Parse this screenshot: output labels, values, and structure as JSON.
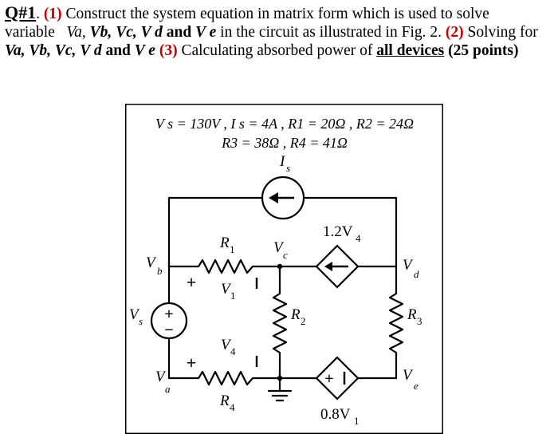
{
  "question": {
    "number": "Q#1",
    "line1": {
      "after_number": ". ",
      "part1": "(1)",
      "text": " Construct the system equation in matrix form which is used to solve"
    },
    "line2": {
      "prefix": "variable",
      "va": "Va,",
      "vb": "Vb,",
      "vc": "Vc,",
      "vd": "V d",
      "and1": "and",
      "ve": "V e",
      "text": " in the circuit as illustrated in Fig. 2. ",
      "part2": "(2)",
      "text2": " Solving for"
    },
    "line3": {
      "va": "Va,",
      "vb": "Vb,",
      "vc": "Vc,",
      "vd": "V d",
      "and1": "and",
      "ve": "V e",
      "part3": "(3)",
      "text": " Calculating absorbed power of ",
      "emphasis": "all devices",
      "points": "(25 points)"
    }
  },
  "figure": {
    "given_line1": "V s = 130V , I s = 4A , R1 = 20Ω , R2 = 24Ω",
    "given_line2": "R3 = 38Ω , R4 = 41Ω",
    "labels": {
      "Is": "I",
      "Is_sub": "s",
      "dep_top": "1.2V",
      "dep_top_sub": "4",
      "dep_bottom": "0.8V",
      "dep_bottom_sub": "1",
      "R1": "R",
      "R1_sub": "1",
      "R2": "R",
      "R2_sub": "2",
      "R3": "R",
      "R3_sub": "3",
      "R4": "R",
      "R4_sub": "4",
      "V1": "V",
      "V1_sub": "1",
      "V4": "V",
      "V4_sub": "4",
      "Vs": "V",
      "Vs_sub": "s",
      "Va": "V",
      "Va_sub": "a",
      "Vb": "V",
      "Vb_sub": "b",
      "Vc": "V",
      "Vc_sub": "c",
      "Vd": "V",
      "Vd_sub": "d",
      "Ve": "V",
      "Ve_sub": "e",
      "plus": "+",
      "minus": "−"
    }
  }
}
